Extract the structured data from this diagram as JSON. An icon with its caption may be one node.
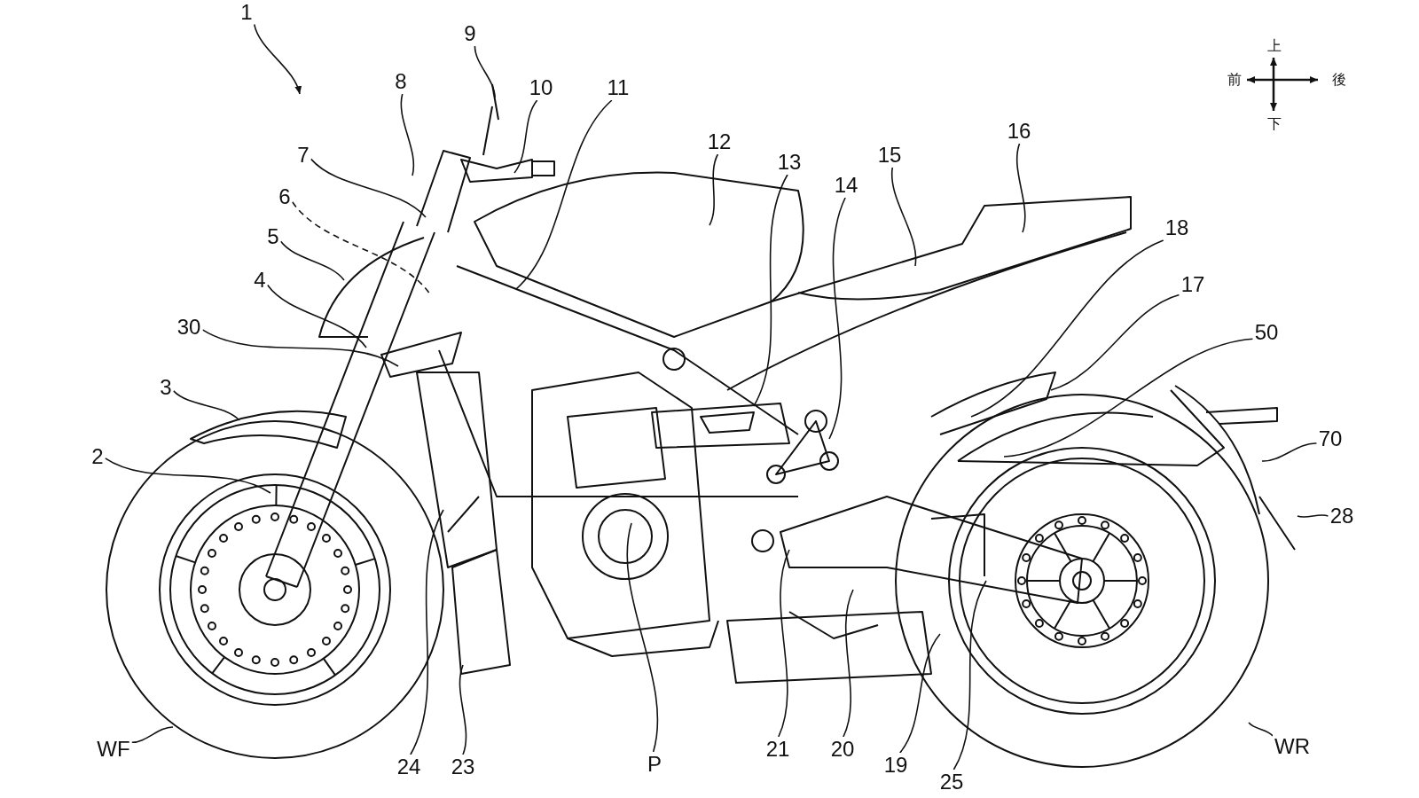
{
  "diagram": {
    "nodes": [
      {
        "text": [
          "1"
        ]
      },
      {
        "text": [
          "2"
        ]
      },
      {
        "text": [
          "3"
        ]
      },
      {
        "text": [
          "4"
        ]
      },
      {
        "text": [
          "5"
        ]
      },
      {
        "text": [
          "6"
        ]
      },
      {
        "text": [
          "7"
        ]
      },
      {
        "text": [
          "8"
        ]
      },
      {
        "text": [
          "9"
        ]
      },
      {
        "text": [
          "10"
        ]
      },
      {
        "text": [
          "11"
        ]
      },
      {
        "text": [
          "12"
        ]
      },
      {
        "text": [
          "13"
        ]
      },
      {
        "text": [
          "14"
        ]
      },
      {
        "text": [
          "15"
        ]
      },
      {
        "text": [
          "16"
        ]
      },
      {
        "text": [
          "17"
        ]
      },
      {
        "text": [
          "18"
        ]
      },
      {
        "text": [
          "19"
        ]
      },
      {
        "text": [
          "20"
        ]
      },
      {
        "text": [
          "21"
        ]
      },
      {
        "text": [
          "23"
        ]
      },
      {
        "text": [
          "24"
        ]
      },
      {
        "text": [
          "25"
        ]
      },
      {
        "text": [
          "28"
        ]
      },
      {
        "text": [
          "30"
        ]
      },
      {
        "text": [
          "50"
        ]
      },
      {
        "text": [
          "70"
        ]
      },
      {
        "text": [
          "WF"
        ]
      },
      {
        "text": [
          "WR"
        ]
      },
      {
        "text": [
          "P"
        ]
      }
    ],
    "edges": [
      {
        "from": 0,
        "to": null,
        "arrow": "to"
      },
      {
        "from": 1,
        "to": null,
        "arrow": "none"
      },
      {
        "from": 2,
        "to": null,
        "arrow": "none"
      },
      {
        "from": 3,
        "to": null,
        "arrow": "none"
      },
      {
        "from": 4,
        "to": null,
        "arrow": "none"
      },
      {
        "from": 5,
        "to": null,
        "arrow": "none",
        "style": "dashed"
      },
      {
        "from": 6,
        "to": null,
        "arrow": "none"
      },
      {
        "from": 7,
        "to": null,
        "arrow": "none"
      },
      {
        "from": 8,
        "to": null,
        "arrow": "none"
      },
      {
        "from": 9,
        "to": null,
        "arrow": "none"
      },
      {
        "from": 10,
        "to": null,
        "arrow": "none"
      },
      {
        "from": 11,
        "to": null,
        "arrow": "none"
      },
      {
        "from": 12,
        "to": null,
        "arrow": "none"
      },
      {
        "from": 13,
        "to": null,
        "arrow": "none"
      },
      {
        "from": 14,
        "to": null,
        "arrow": "none"
      },
      {
        "from": 15,
        "to": null,
        "arrow": "none"
      },
      {
        "from": 16,
        "to": null,
        "arrow": "none"
      },
      {
        "from": 17,
        "to": null,
        "arrow": "none"
      },
      {
        "from": 18,
        "to": null,
        "arrow": "none"
      },
      {
        "from": 19,
        "to": null,
        "arrow": "none"
      },
      {
        "from": 20,
        "to": null,
        "arrow": "none"
      },
      {
        "from": 21,
        "to": null,
        "arrow": "none"
      },
      {
        "from": 22,
        "to": null,
        "arrow": "none"
      },
      {
        "from": 23,
        "to": null,
        "arrow": "none"
      },
      {
        "from": 24,
        "to": null,
        "arrow": "none"
      },
      {
        "from": 25,
        "to": null,
        "arrow": "none"
      },
      {
        "from": 26,
        "to": null,
        "arrow": "none"
      },
      {
        "from": 27,
        "to": null,
        "arrow": "none"
      },
      {
        "from": 28,
        "to": null,
        "arrow": "none"
      },
      {
        "from": 29,
        "to": null,
        "arrow": "none"
      },
      {
        "from": 30,
        "to": null,
        "arrow": "none"
      }
    ],
    "labels": [
      "上",
      "前",
      "後",
      "下"
    ]
  }
}
